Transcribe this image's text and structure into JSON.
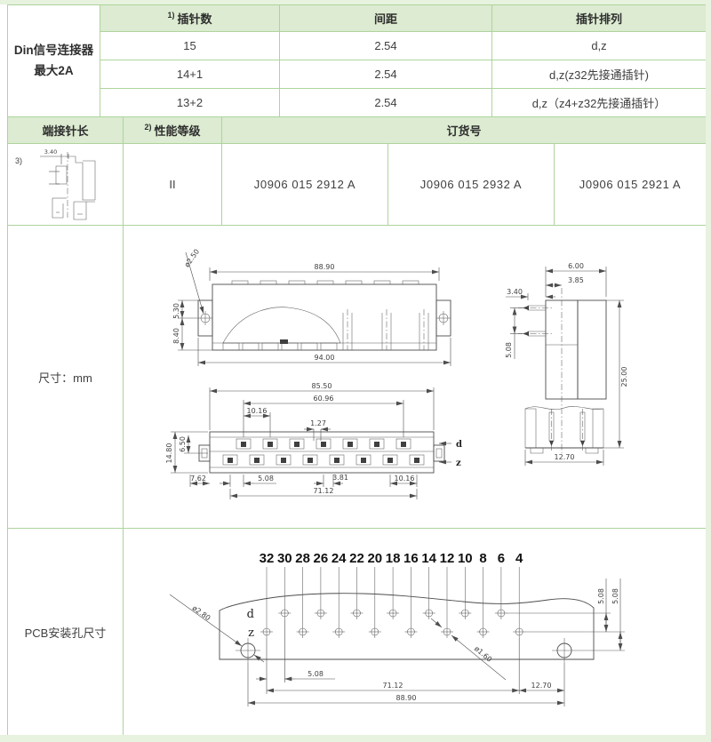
{
  "theme": {
    "border_green": "#aed49c",
    "header_green": "#dcebd1",
    "margin_green": "#e7f2df",
    "line_color": "#4d4d4d"
  },
  "product": {
    "line1": "Din信号连接器",
    "line2": "最大2A"
  },
  "spec_table": {
    "col1_prefix": "1)",
    "col1": "插针数",
    "col2": "间距",
    "col3": "插针排列",
    "rows": [
      [
        "15",
        "2.54",
        "d,z"
      ],
      [
        "14+1",
        "2.54",
        "d,z(z32先接通插针)"
      ],
      [
        "13+2",
        "2.54",
        "d,z（z4+z32先接通插针）"
      ]
    ]
  },
  "order_table": {
    "pin_length_header": "端接针长",
    "perf_prefix": "2)",
    "perf_header": "性能等级",
    "order_header": "订货号",
    "note": "3)",
    "pin_length_dim": "3.40",
    "grade": "II",
    "order_numbers": [
      "J0906 015 2912 A",
      "J0906 015 2932 A",
      "J0906 015 2921 A"
    ]
  },
  "dim_section": {
    "label": "尺寸：mm",
    "front": {
      "w_top": "88.90",
      "w_bottom": "94.00",
      "h_upper": "5.30",
      "h_lower": "8.40",
      "hole": "ø2.50"
    },
    "bottom": {
      "w1": "85.50",
      "w2": "60.96",
      "w3": "10.16",
      "w4": "1.27",
      "h1": "14.80",
      "h2": "6.50",
      "d1": "7.62",
      "d2": "5.08",
      "d3": "3.81",
      "d4": "10.16",
      "d5": "71.12",
      "row_d": "d",
      "row_z": "z"
    },
    "side": {
      "w1": "6.00",
      "w2": "3.85",
      "p1": "3.40",
      "p2": "5.08",
      "h": "25.00",
      "w3": "12.70"
    }
  },
  "pcb_section": {
    "label": "PCB安装孔尺寸",
    "pins": [
      "32",
      "30",
      "28",
      "26",
      "24",
      "22",
      "20",
      "18",
      "16",
      "14",
      "12",
      "10",
      "8",
      "6",
      "4"
    ],
    "row_d": "d",
    "row_z": "z",
    "big_hole": "ø2.80",
    "small_hole": "ø1.60",
    "d_508": "5.08",
    "d_7112": "71.12",
    "d_1270": "12.70",
    "d_8890": "88.90",
    "r_508a": "5.08",
    "r_508b": "5.08"
  }
}
